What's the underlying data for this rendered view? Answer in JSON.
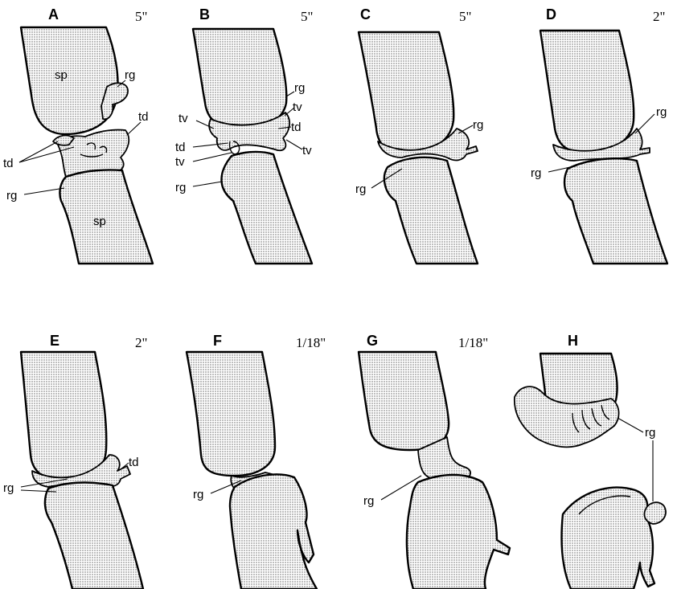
{
  "panels": [
    {
      "letter": "A",
      "time": "5\""
    },
    {
      "letter": "B",
      "time": "5\""
    },
    {
      "letter": "C",
      "time": "5\""
    },
    {
      "letter": "D",
      "time": "2\""
    },
    {
      "letter": "E",
      "time": "2\""
    },
    {
      "letter": "F",
      "time": "1/18\""
    },
    {
      "letter": "G",
      "time": "1/18\""
    },
    {
      "letter": "H",
      "time": ""
    }
  ],
  "abbreviations": {
    "sp": "sp",
    "rg": "rg",
    "td": "td",
    "tv": "tv"
  }
}
